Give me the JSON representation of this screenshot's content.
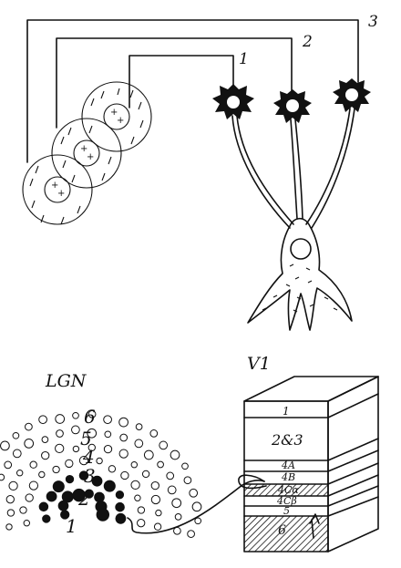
{
  "top_figure": {
    "receptive_field_signs": [
      "+",
      "+",
      "+"
    ],
    "neuron_labels": [
      "1",
      "2",
      "3"
    ]
  },
  "lgn": {
    "title": "LGN",
    "layer_labels": [
      "6",
      "5",
      "4",
      "3",
      "2",
      "1"
    ]
  },
  "v1": {
    "title": "V1",
    "layer_labels": [
      "1",
      "2&3",
      "4A",
      "4B",
      "4Cα",
      "4Cβ",
      "5",
      "6"
    ]
  }
}
